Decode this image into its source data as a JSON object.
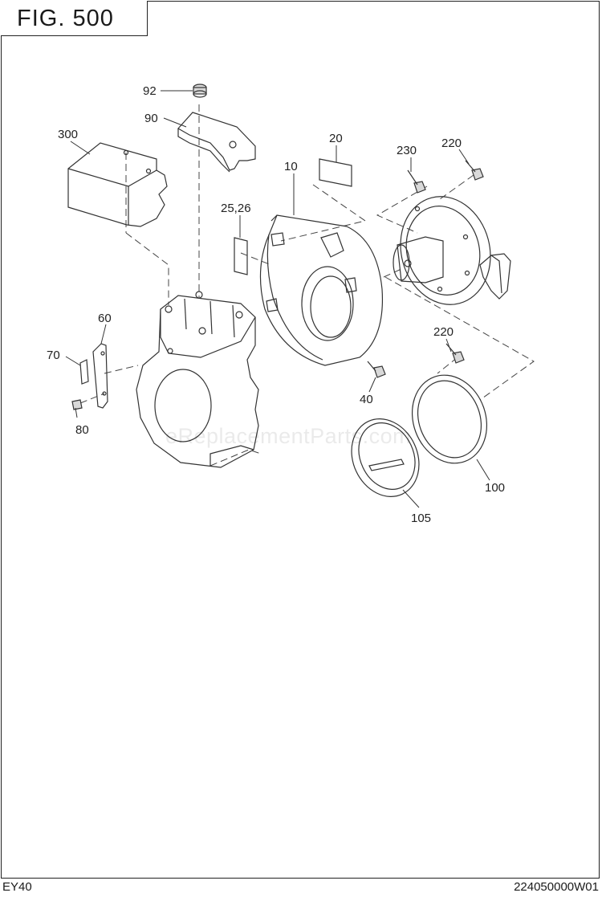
{
  "figure": {
    "title": "FIG. 500"
  },
  "footer": {
    "model": "EY40",
    "drawing_number": "224050000W01"
  },
  "watermark": "eReplacementParts.com",
  "parts": [
    {
      "label": "92"
    },
    {
      "label": "90"
    },
    {
      "label": "300"
    },
    {
      "label": "20"
    },
    {
      "label": "10"
    },
    {
      "label": "230"
    },
    {
      "label": "220"
    },
    {
      "label": "25,26"
    },
    {
      "label": "60"
    },
    {
      "label": "70"
    },
    {
      "label": "80"
    },
    {
      "label": "220"
    },
    {
      "label": "40"
    },
    {
      "label": "100"
    },
    {
      "label": "105"
    }
  ]
}
